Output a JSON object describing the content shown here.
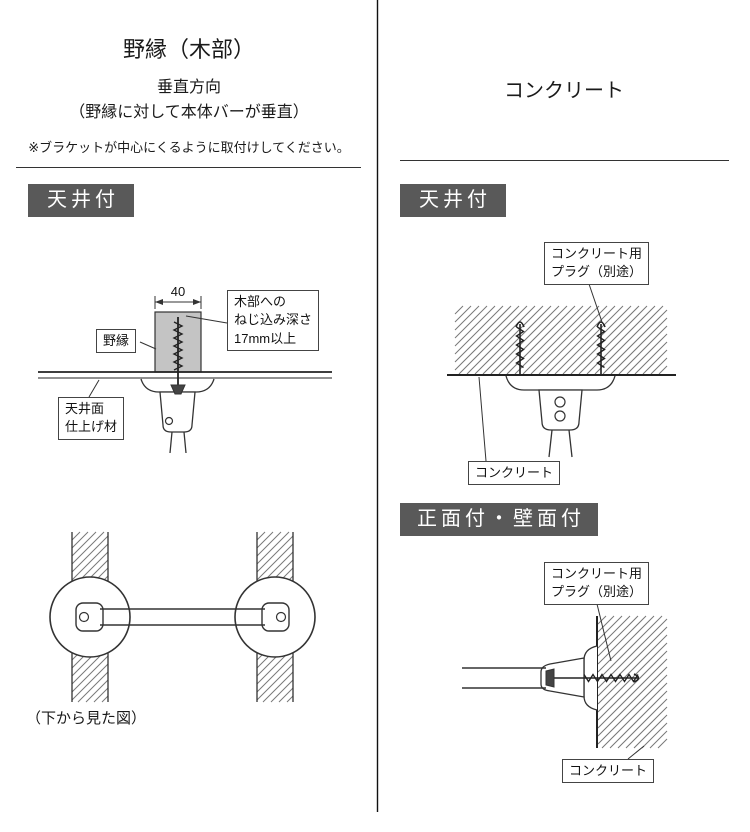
{
  "colors": {
    "badge_bg": "#595959",
    "badge_fg": "#ffffff",
    "line": "#222222",
    "wood_fill": "#c4c4c4",
    "hatch": "#777777"
  },
  "left": {
    "title": "野縁（木部）",
    "subtitle": "垂直方向",
    "subtitle_note": "（野縁に対して本体バーが垂直）",
    "note": "※ブラケットが中心にくるように取付けしてください。",
    "ceiling_badge": "天井付",
    "diagram": {
      "dimension": "40",
      "nobuchi_label": "野縁",
      "wood_depth_label": "木部への\nねじ込み深さ\n17mm以上",
      "ceiling_finish_label": "天井面\n仕上げ材"
    },
    "bottom_view_caption": "（下から見た図）"
  },
  "right": {
    "title": "コンクリート",
    "ceiling_badge": "天井付",
    "front_wall_badge": "正面付・壁面付",
    "ceiling_section": {
      "plug_label": "コンクリート用\nプラグ（別途）",
      "concrete_label": "コンクリート"
    },
    "wall_section": {
      "plug_label": "コンクリート用\nプラグ（別途）",
      "concrete_label": "コンクリート"
    }
  }
}
